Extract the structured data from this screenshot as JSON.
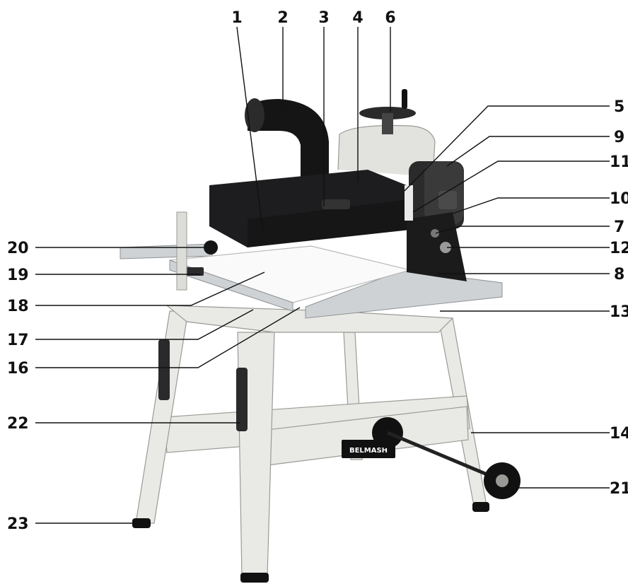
{
  "brand": {
    "logo_text": "BELMASH",
    "accent": "#2a2a2c",
    "frame_color": "#e9e9e6",
    "table_color": "#cfd2d4"
  },
  "callouts": [
    {
      "id": "c1",
      "label": "1"
    },
    {
      "id": "c2",
      "label": "2"
    },
    {
      "id": "c3",
      "label": "3"
    },
    {
      "id": "c4",
      "label": "4"
    },
    {
      "id": "c6",
      "label": "6"
    },
    {
      "id": "c5",
      "label": "5"
    },
    {
      "id": "c9",
      "label": "9"
    },
    {
      "id": "c11",
      "label": "11"
    },
    {
      "id": "c10",
      "label": "10"
    },
    {
      "id": "c7",
      "label": "7"
    },
    {
      "id": "c12",
      "label": "12"
    },
    {
      "id": "c8",
      "label": "8"
    },
    {
      "id": "c13",
      "label": "13"
    },
    {
      "id": "c14",
      "label": "14"
    },
    {
      "id": "c21",
      "label": "21"
    },
    {
      "id": "c20",
      "label": "20"
    },
    {
      "id": "c19",
      "label": "19"
    },
    {
      "id": "c18",
      "label": "18"
    },
    {
      "id": "c17",
      "label": "17"
    },
    {
      "id": "c16",
      "label": "16"
    },
    {
      "id": "c22",
      "label": "22"
    },
    {
      "id": "c23",
      "label": "23"
    }
  ]
}
